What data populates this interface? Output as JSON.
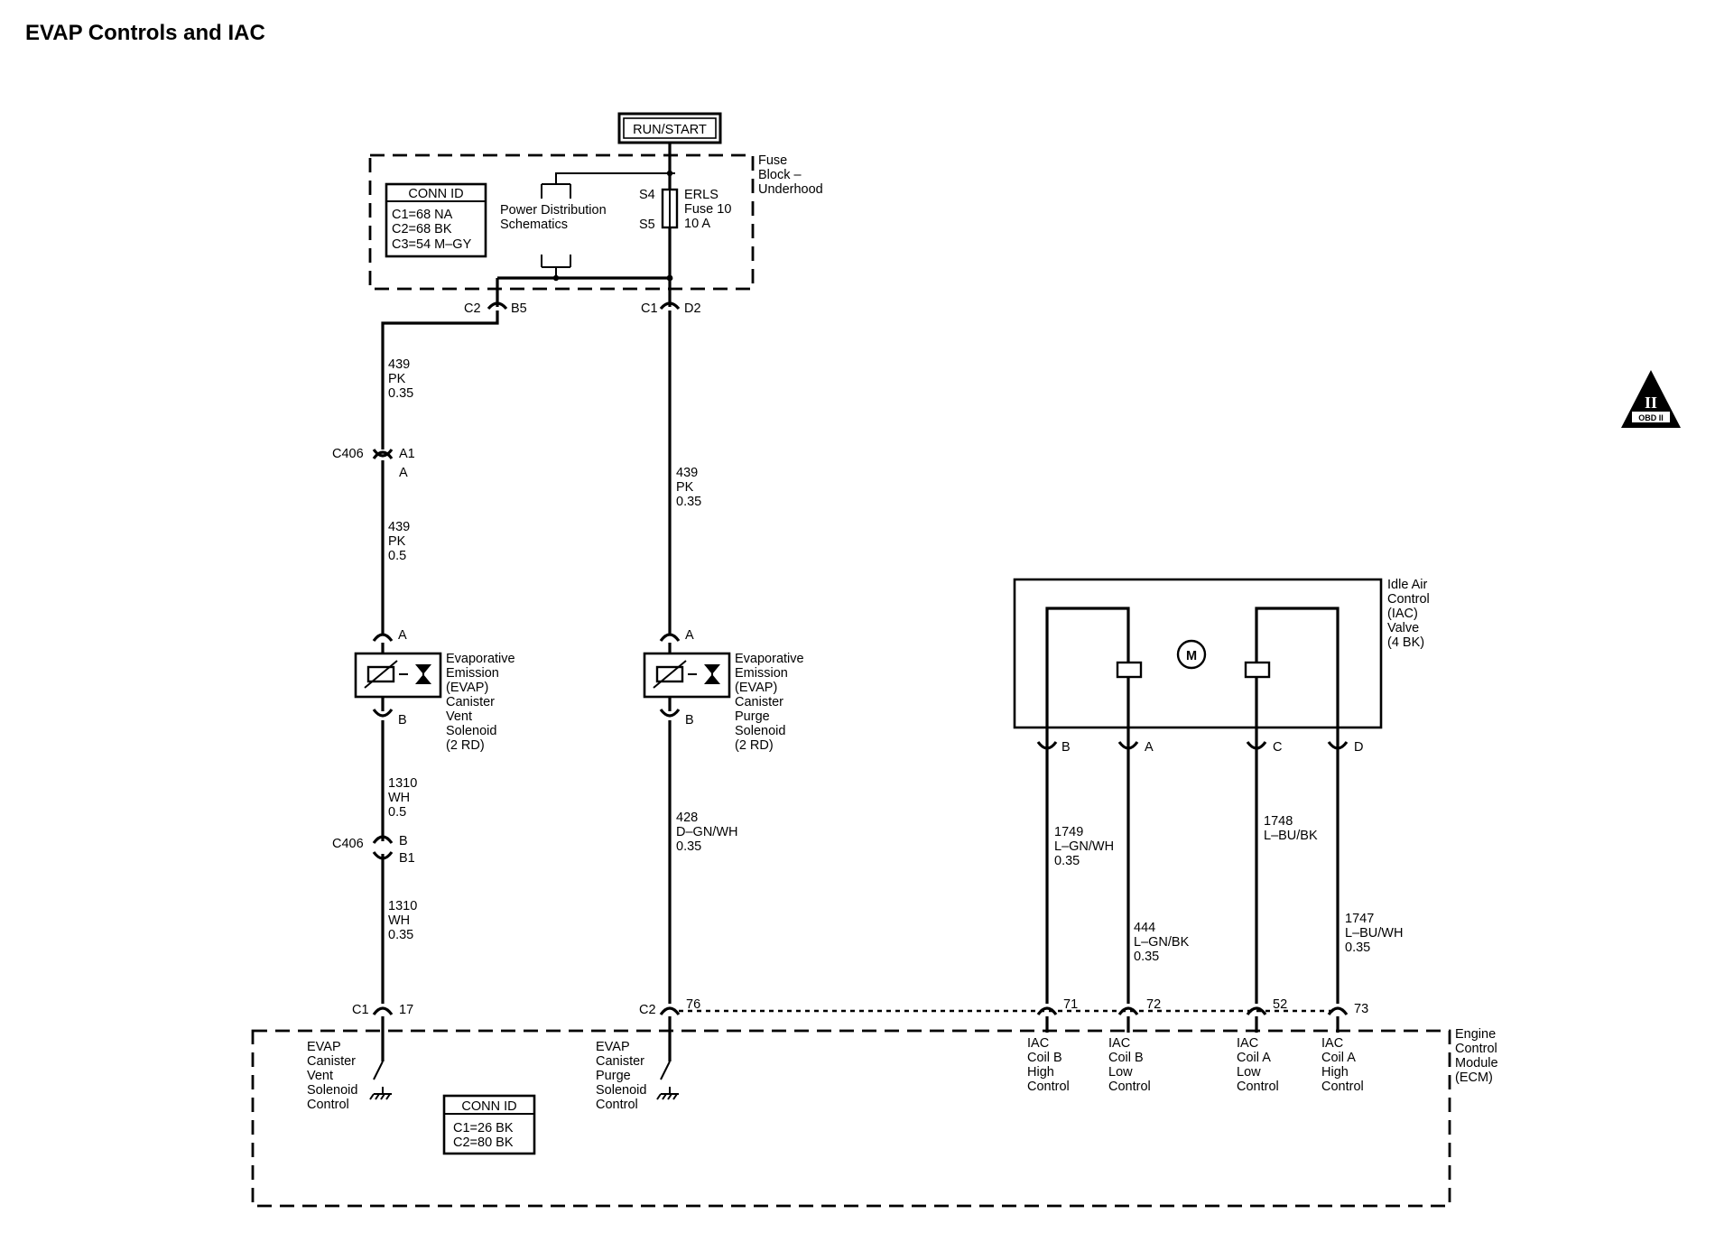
{
  "title": "EVAP Controls and IAC",
  "run_start": "RUN/START",
  "fuse_block": {
    "label": [
      "Fuse",
      "Block –",
      "Underhood"
    ],
    "conn_id": {
      "header": "CONN ID",
      "rows": [
        "C1=68 NA",
        "C2=68 BK",
        "C3=54 M–GY"
      ]
    },
    "power_distribution": [
      "Power Distribution",
      "Schematics"
    ],
    "fuse": {
      "s4": "S4",
      "s5": "S5",
      "label": [
        "ERLS",
        "Fuse 10",
        "10 A"
      ]
    },
    "left_conn": {
      "c": "C2",
      "pin": "B5"
    },
    "right_conn": {
      "c": "C1",
      "pin": "D2"
    }
  },
  "wires": {
    "left_top": [
      "439",
      "PK",
      "0.35"
    ],
    "left_mid": [
      "439",
      "PK",
      "0.5"
    ],
    "left_low1": [
      "1310",
      "WH",
      "0.5"
    ],
    "left_low2": [
      "1310",
      "WH",
      "0.35"
    ],
    "mid_top": [
      "439",
      "PK",
      "0.35"
    ],
    "mid_low": [
      "428",
      "D–GN/WH",
      "0.35"
    ],
    "iac_b": [
      "1749",
      "L–GN/WH",
      "0.35"
    ],
    "iac_a": [
      "444",
      "L–GN/BK",
      "0.35"
    ],
    "iac_c": [
      "1748",
      "L–BU/BK"
    ],
    "iac_d": [
      "1747",
      "L–BU/WH",
      "0.35"
    ]
  },
  "c406_top": {
    "c": "C406",
    "pin1": "A1",
    "pin2": "A"
  },
  "c406_bottom": {
    "c": "C406",
    "pin1": "B",
    "pin2": "B1"
  },
  "vent_solenoid": {
    "pin_top": "A",
    "pin_bottom": "B",
    "label": [
      "Evaporative",
      "Emission",
      "(EVAP)",
      "Canister",
      "Vent",
      "Solenoid",
      "(2 RD)"
    ]
  },
  "purge_solenoid": {
    "pin_top": "A",
    "pin_bottom": "B",
    "label": [
      "Evaporative",
      "Emission",
      "(EVAP)",
      "Canister",
      "Purge",
      "Solenoid",
      "(2 RD)"
    ]
  },
  "iac_valve": {
    "label": [
      "Idle Air",
      "Control",
      "(IAC)",
      "Valve",
      "(4 BK)"
    ],
    "motor": "M",
    "pins": [
      "B",
      "A",
      "C",
      "D"
    ]
  },
  "ecm": {
    "label": [
      "Engine",
      "Control",
      "Module",
      "(ECM)"
    ],
    "conn_id": {
      "header": "CONN ID",
      "rows": [
        "C1=26 BK",
        "C2=80 BK"
      ]
    },
    "c1": "C1",
    "c2": "C2",
    "pins": {
      "vent": "17",
      "purge": "76",
      "b": "71",
      "a": "72",
      "c": "52",
      "d": "73"
    },
    "vent_ctrl": [
      "EVAP",
      "Canister",
      "Vent",
      "Solenoid",
      "Control"
    ],
    "purge_ctrl": [
      "EVAP",
      "Canister",
      "Purge",
      "Solenoid",
      "Control"
    ],
    "iac_b_high": [
      "IAC",
      "Coil B",
      "High",
      "Control"
    ],
    "iac_b_low": [
      "IAC",
      "Coil B",
      "Low",
      "Control"
    ],
    "iac_a_low": [
      "IAC",
      "Coil A",
      "Low",
      "Control"
    ],
    "iac_a_high": [
      "IAC",
      "Coil A",
      "High",
      "Control"
    ]
  },
  "obd_badge": {
    "numeral": "II",
    "text": "OBD II"
  }
}
